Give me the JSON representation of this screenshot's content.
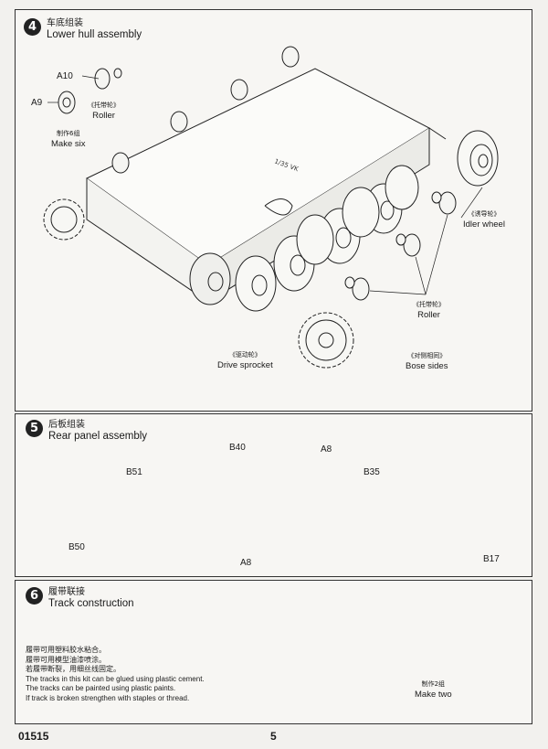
{
  "step4": {
    "number": "4",
    "title_cn": "车底组装",
    "title_en": "Lower hull assembly",
    "parts": {
      "a10": "A10",
      "a9": "A9"
    },
    "roller_small": {
      "cn": "《托带轮》",
      "en": "Roller"
    },
    "make_six": {
      "cn": "制作6组",
      "en": "Make six"
    },
    "idler": {
      "cn": "《诱导轮》",
      "en": "Idler wheel"
    },
    "roller": {
      "cn": "《托带轮》",
      "en": "Roller"
    },
    "sprocket": {
      "cn": "《驱动轮》",
      "en": "Drive sprocket"
    },
    "bose": {
      "cn": "《对侧相同》",
      "en": "Bose sides"
    }
  },
  "step5": {
    "number": "5",
    "title_cn": "后板组装",
    "title_en": "Rear panel assembly",
    "parts": {
      "b51": "B51",
      "b50": "B50",
      "b40": "B40",
      "a8_top": "A8",
      "b35": "B35",
      "a8_bottom": "A8",
      "b17": "B17"
    }
  },
  "step6": {
    "number": "6",
    "title_cn": "履带联接",
    "title_en": "Track construction",
    "notes": [
      "履带可用塑料胶水粘合。",
      "履带可用模型油漆喷涂。",
      "若履带断裂，用细丝线固定。",
      "The tracks in this kit can be glued using plastic cement.",
      "The tracks can be painted using plastic paints.",
      "If track is broken strengthen with staples or thread."
    ],
    "make_two": {
      "cn": "制作2组",
      "en": "Make two"
    }
  },
  "footer": {
    "code": "01515",
    "page": "5"
  }
}
